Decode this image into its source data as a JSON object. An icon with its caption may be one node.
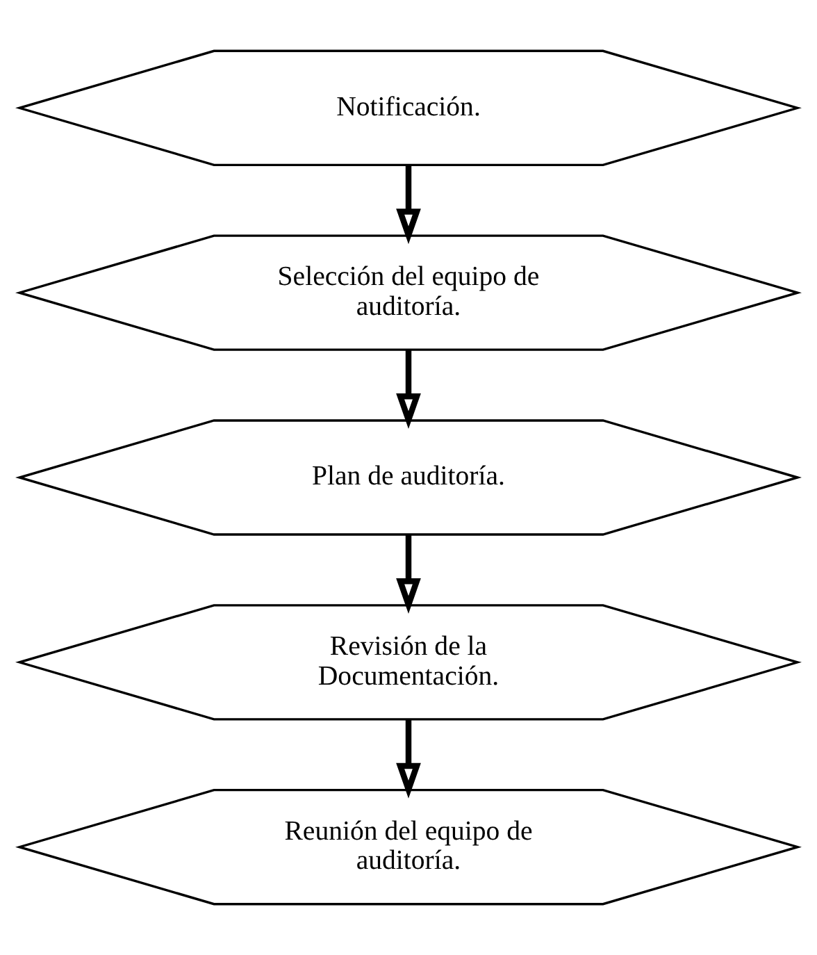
{
  "diagram": {
    "nodes": [
      {
        "text": [
          "Notificación."
        ]
      },
      {
        "text": [
          "Selección del equipo de auditoría."
        ]
      },
      {
        "text": [
          "Plan de auditoría."
        ]
      },
      {
        "text": [
          "Revisión de la Documentación."
        ]
      },
      {
        "text": [
          "Reunión del equipo de auditoría."
        ]
      }
    ],
    "edges": [
      {
        "from": 0,
        "to": 1,
        "arrow": "to"
      },
      {
        "from": 1,
        "to": 2,
        "arrow": "to"
      },
      {
        "from": 2,
        "to": 3,
        "arrow": "to"
      },
      {
        "from": 3,
        "to": 4,
        "arrow": "to"
      }
    ]
  }
}
